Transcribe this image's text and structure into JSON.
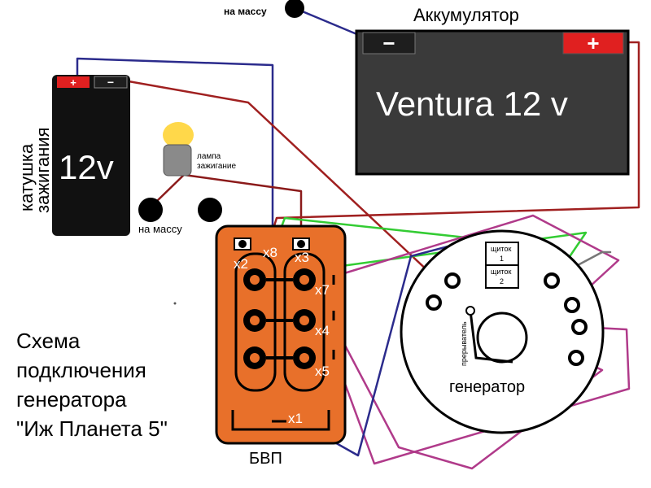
{
  "battery": {
    "title": "Аккумулятор",
    "brand": "Ventura 12 v",
    "minus": "−",
    "plus": "+",
    "ground_label": "на массу"
  },
  "coil": {
    "title_line1": "катушка",
    "title_line2": "зажигания",
    "voltage": "12v",
    "plus": "+",
    "minus": "−",
    "ground_label": "на массу"
  },
  "lamp": {
    "label_line1": "лампа",
    "label_line2": "зажигание"
  },
  "bvp": {
    "name": "БВП",
    "terminals": [
      "x2",
      "x8",
      "x3",
      "x7",
      "x4",
      "x5",
      "x1"
    ]
  },
  "generator": {
    "name": "генератор",
    "breaker": "прерыватель",
    "brush1_line1": "щиток",
    "brush1_line2": "1",
    "brush2_line1": "щиток",
    "brush2_line2": "2"
  },
  "caption": {
    "line1": "Схема",
    "line2": "подключения",
    "line3": "генератора",
    "line4": "\"Иж Планета 5\""
  },
  "colors": {
    "wire_blue": "#2b2b8c",
    "wire_red": "#a02020",
    "wire_darkred": "#8b1a1a",
    "wire_green": "#33cc33",
    "wire_purple": "#b03a8a",
    "wire_grey": "#777777",
    "bvp_body": "#e8702a",
    "battery_body": "#3a3a3a",
    "terminal_red": "#e02020"
  }
}
